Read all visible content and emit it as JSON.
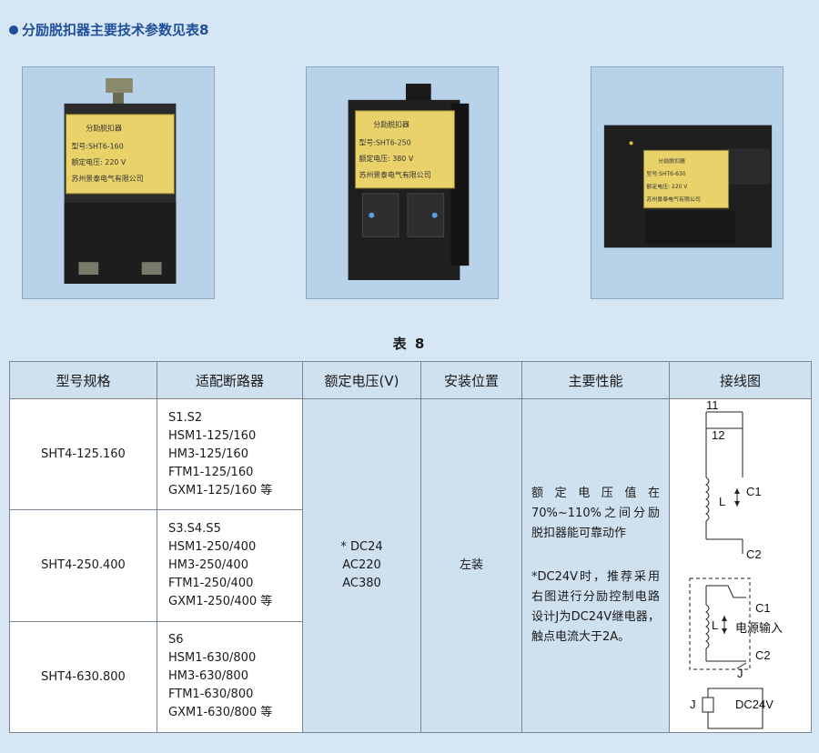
{
  "section_title": "分励脱扣器主要技术参数见表8",
  "table_caption": "表 8",
  "photo_labels": [
    {
      "title": "分励脱扣器",
      "model": "型号:SHT6-160",
      "voltage": "额定电压: 220 V",
      "maker": "苏州景泰电气有限公司"
    },
    {
      "title": "分励脱扣器",
      "model": "型号:SHT6-250",
      "voltage": "额定电压: 380 V",
      "maker": "苏州景泰电气有限公司"
    },
    {
      "title": "分励脱扣器",
      "model": "型号:SHT6-630",
      "voltage": "额定电压: 220 V",
      "maker": "苏州景泰电气有限公司"
    }
  ],
  "headers": [
    "型号规格",
    "适配断路器",
    "额定电压(V)",
    "安装位置",
    "主要性能",
    "接线图"
  ],
  "rows": [
    {
      "model": "SHT4-125.160",
      "breakers": [
        "S1.S2",
        "HSM1-125/160",
        "HM3-125/160",
        "FTM1-125/160",
        "GXM1-125/160 等"
      ]
    },
    {
      "model": "SHT4-250.400",
      "breakers": [
        "S3.S4.S5",
        "HSM1-250/400",
        "HM3-250/400",
        "FTM1-250/400",
        "GXM1-250/400 等"
      ]
    },
    {
      "model": "SHT4-630.800",
      "breakers": [
        "S6",
        "HSM1-630/800",
        "HM3-630/800",
        "FTM1-630/800",
        "GXM1-630/800 等"
      ]
    }
  ],
  "voltage_lines": [
    "* DC24",
    "AC220",
    "AC380"
  ],
  "position": "左装",
  "performance": [
    "额定电压值在70%~110%之间分励脱扣器能可靠动作",
    "*DC24V时，推荐采用右图进行分励控制电路设计J为DC24V继电器，触点电流大于2A。"
  ],
  "wiring": {
    "d1": {
      "t11": "11",
      "t12": "12",
      "c1": "C1",
      "l": "L",
      "c2": "C2"
    },
    "d2": {
      "c1": "C1",
      "l": "L",
      "power": "电源输入",
      "c2": "C2",
      "j": "J"
    },
    "d3": {
      "j": "J",
      "dc": "DC24V"
    }
  },
  "colors": {
    "background": "#d6e6f4",
    "header_bg": "#cfe0ef",
    "title": "#1f4f9a"
  }
}
